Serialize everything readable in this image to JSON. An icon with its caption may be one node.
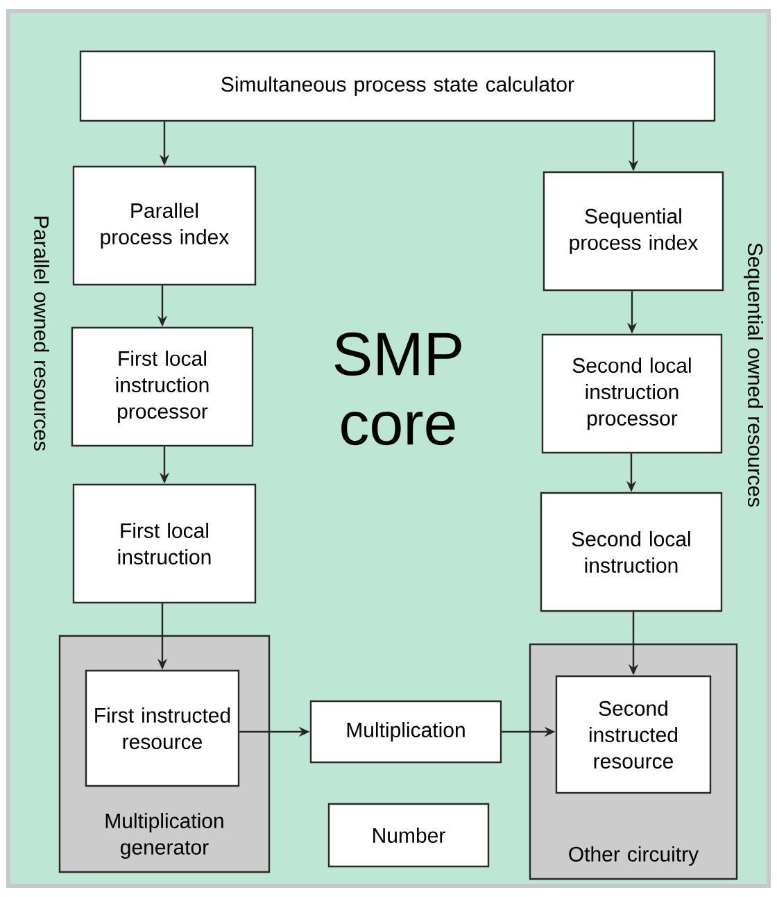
{
  "diagram": {
    "nodes": [
      {
        "text": [
          "Simultaneous process state calculator"
        ]
      },
      {
        "text": [
          "Parallel process index"
        ]
      },
      {
        "text": [
          "First local instruction processor"
        ]
      },
      {
        "text": [
          "First local instruction"
        ]
      },
      {
        "text": [
          "Multiplication generator"
        ]
      },
      {
        "text": [
          "First instructed resource"
        ],
        "in": 4
      },
      {
        "text": [
          "Multiplication"
        ]
      },
      {
        "text": [
          "Number"
        ]
      },
      {
        "text": [
          "Sequential process index"
        ]
      },
      {
        "text": [
          "Second local instruction processor"
        ]
      },
      {
        "text": [
          "Second local instruction"
        ]
      },
      {
        "text": [
          "Other circuitry"
        ]
      },
      {
        "text": [
          "Second instructed resource"
        ],
        "in": 11
      }
    ],
    "edges": [
      {
        "from": 0,
        "to": 1,
        "arrow": "to"
      },
      {
        "from": 1,
        "to": 2,
        "arrow": "to"
      },
      {
        "from": 2,
        "to": 3,
        "arrow": "to"
      },
      {
        "from": 3,
        "to": 5,
        "arrow": "to"
      },
      {
        "from": 0,
        "to": 8,
        "arrow": "to"
      },
      {
        "from": 8,
        "to": 9,
        "arrow": "to"
      },
      {
        "from": 9,
        "to": 10,
        "arrow": "to"
      },
      {
        "from": 10,
        "to": 12,
        "arrow": "to"
      },
      {
        "from": 5,
        "to": 6,
        "arrow": "to"
      },
      {
        "from": 6,
        "to": 12,
        "arrow": "to"
      }
    ],
    "labels": [
      "Parallel owned resources",
      "SMP core",
      "Sequential owned resources"
    ]
  }
}
